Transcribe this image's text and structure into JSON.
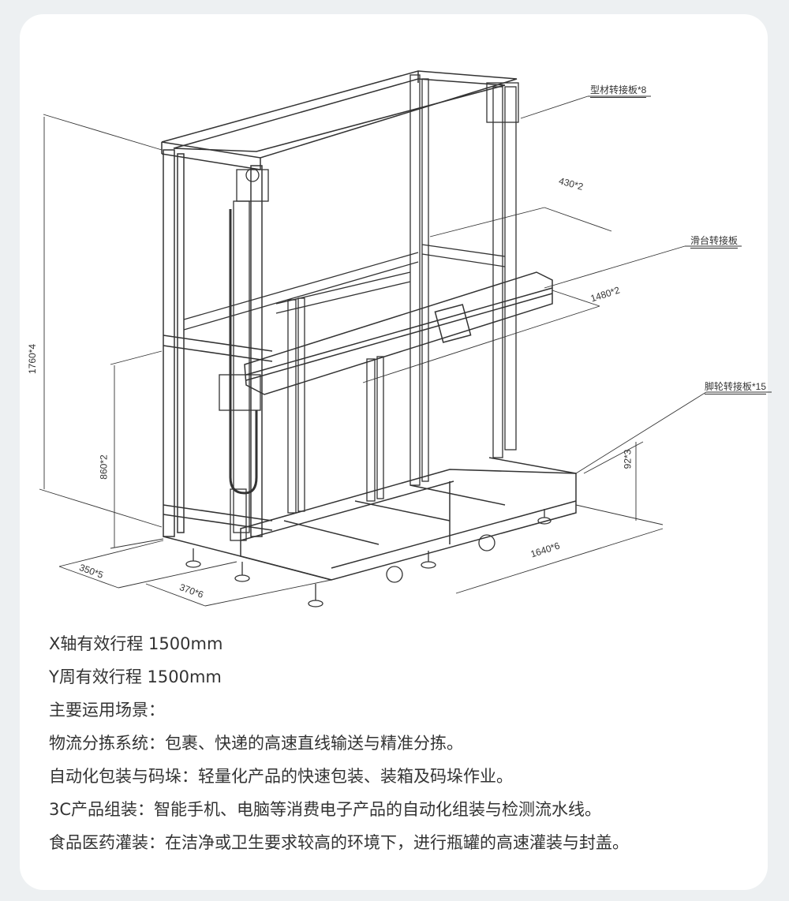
{
  "drawing": {
    "labels": {
      "profile_adapter": "型材转接板*8",
      "dim_430": "430*2",
      "slide_adapter": "滑台转接板",
      "dim_1480": "1480*2",
      "caster_adapter": "脚轮转接板*15",
      "dim_1760": "1760*4",
      "dim_860": "860*2",
      "dim_92": "92*3",
      "dim_350": "350*5",
      "dim_370": "370*6",
      "dim_1640": "1640*6"
    }
  },
  "description": {
    "lines": [
      "X轴有效行程 1500mm",
      "Y周有效行程 1500mm",
      "主要运用场景：",
      "物流分拣系统：包裹、快递的高速直线输送与精准分拣。",
      "自动化包装与码垛：轻量化产品的快速包装、装箱及码垛作业。",
      "3C产品组装：智能手机、电脑等消费电子产品的自动化组装与检测流水线。",
      "食品医药灌装：在洁净或卫生要求较高的环境下，进行瓶罐的高速灌装与封盖。"
    ]
  }
}
